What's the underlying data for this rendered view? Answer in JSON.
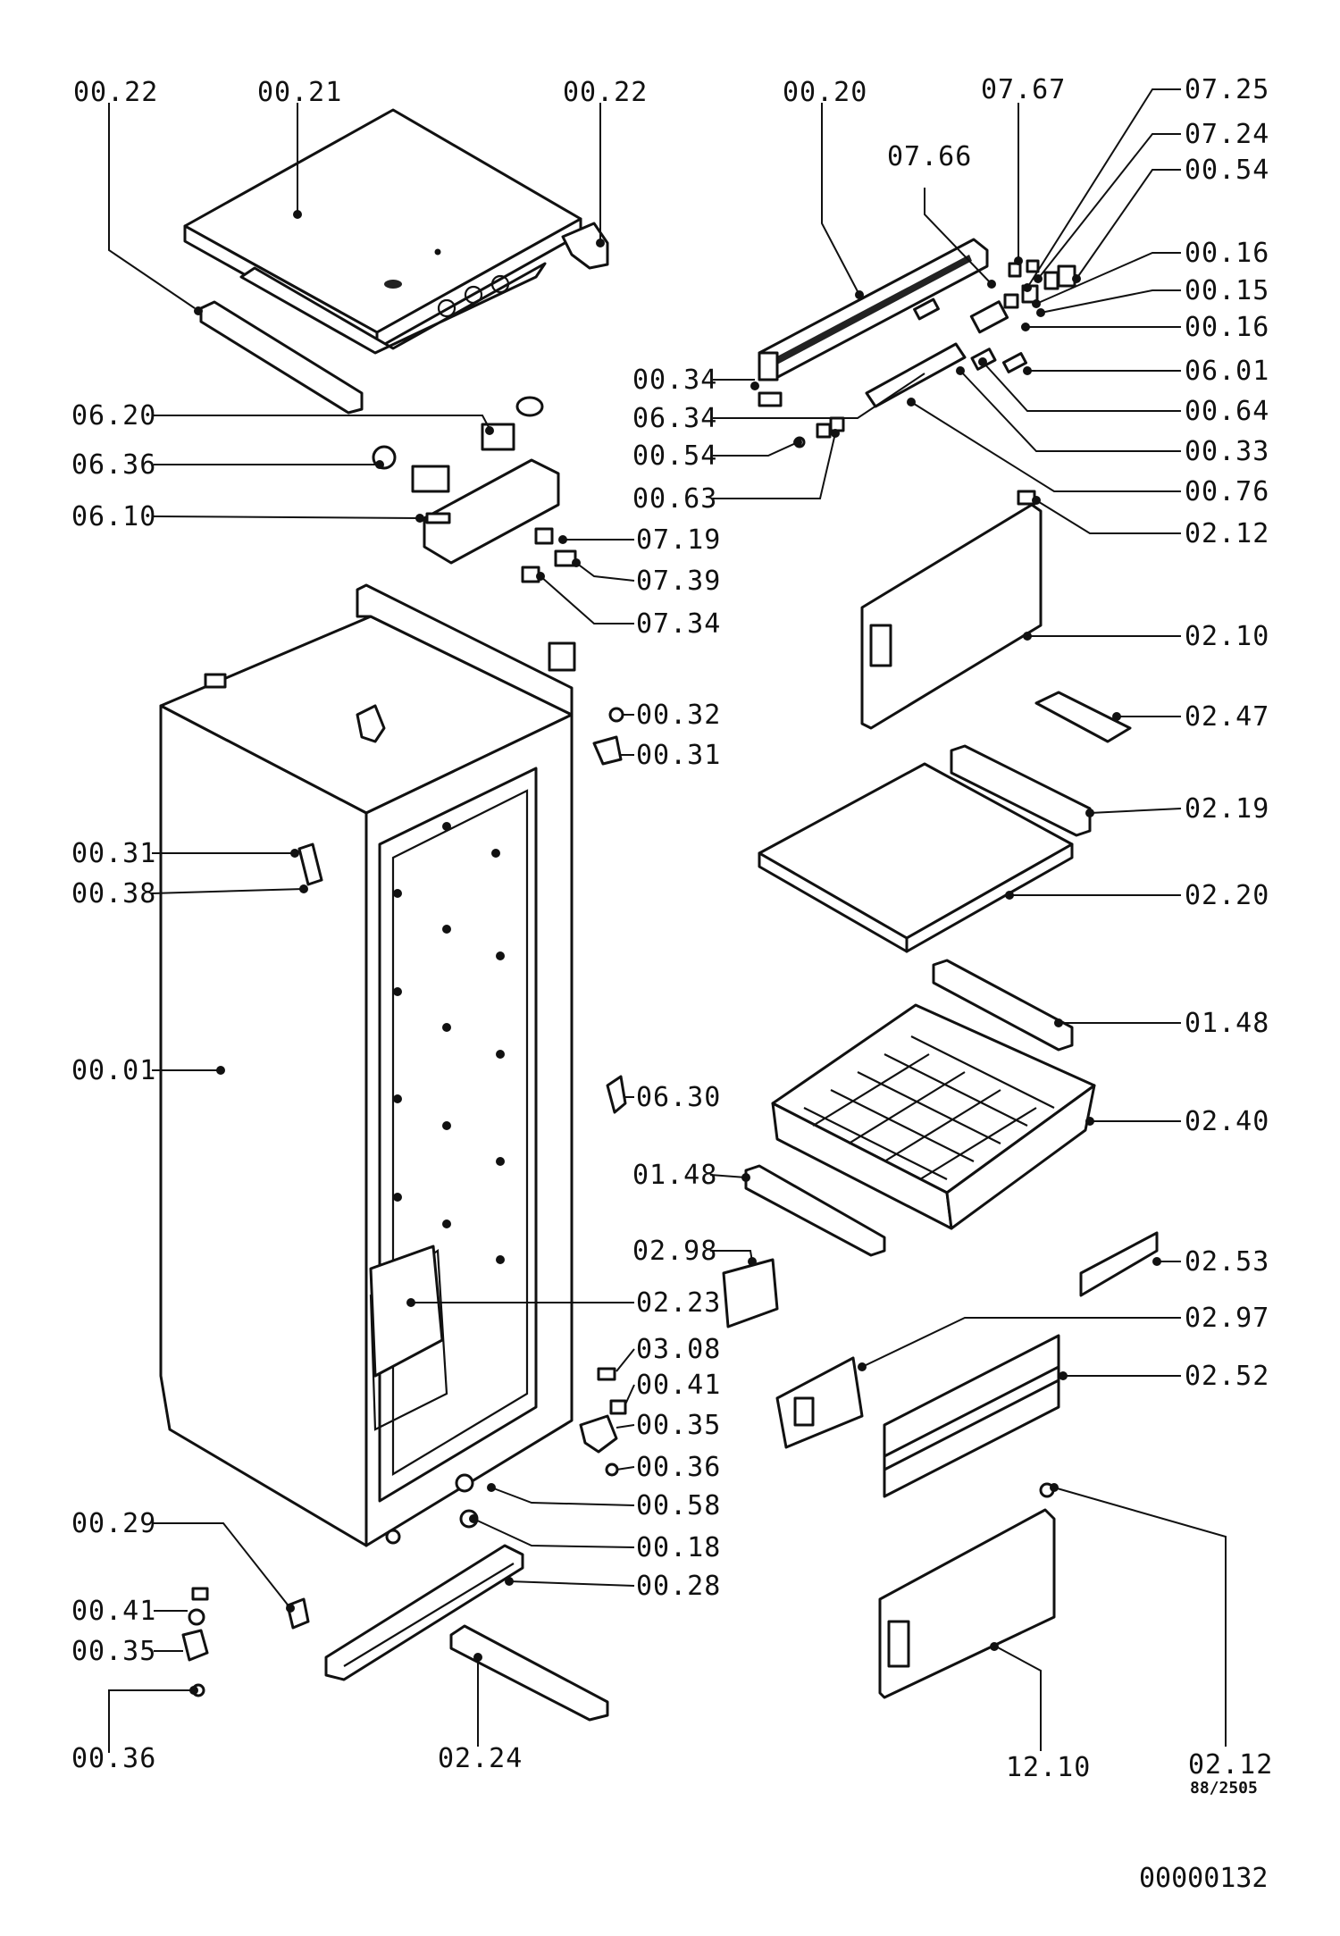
{
  "labels": {
    "l0022a": "00.22",
    "l0021": "00.21",
    "l0022b": "00.22",
    "l0020": "00.20",
    "l0767": "07.67",
    "l0725": "07.25",
    "l0724": "07.24",
    "l0766": "07.66",
    "l0054a": "00.54",
    "l0016a": "00.16",
    "l0015": "00.15",
    "l0016b": "00.16",
    "l0601": "06.01",
    "l0034a": "00.34",
    "l0634": "06.34",
    "l0064": "00.64",
    "l0054b": "00.54",
    "l0033": "00.33",
    "l0063": "00.63",
    "l0076": "00.76",
    "l0620": "06.20",
    "l0636": "06.36",
    "l0610": "06.10",
    "l0719": "07.19",
    "l0739": "07.39",
    "l0734": "07.34",
    "l0212a": "02.12",
    "l0210": "02.10",
    "l0247": "02.47",
    "l0032": "00.32",
    "l0031a": "00.31",
    "l0219": "02.19",
    "l0031b": "00.31",
    "l0038": "00.38",
    "l0220": "02.20",
    "l0148a": "01.48",
    "l0001": "00.01",
    "l0630": "06.30",
    "l0240": "02.40",
    "l0148b": "01.48",
    "l0298": "02.98",
    "l0253": "02.53",
    "l0223": "02.23",
    "l0297": "02.97",
    "l0308": "03.08",
    "l0041a": "00.41",
    "l0252": "02.52",
    "l0035a": "00.35",
    "l0036a": "00.36",
    "l0058": "00.58",
    "l0029": "00.29",
    "l0018": "00.18",
    "l0028": "00.28",
    "l0041b": "00.41",
    "l0035b": "00.35",
    "l0036b": "00.36",
    "l0224": "02.24",
    "l1210": "12.10",
    "l0212b": "02.12"
  },
  "drawing_code": "88/2505",
  "document_id": "00000132"
}
